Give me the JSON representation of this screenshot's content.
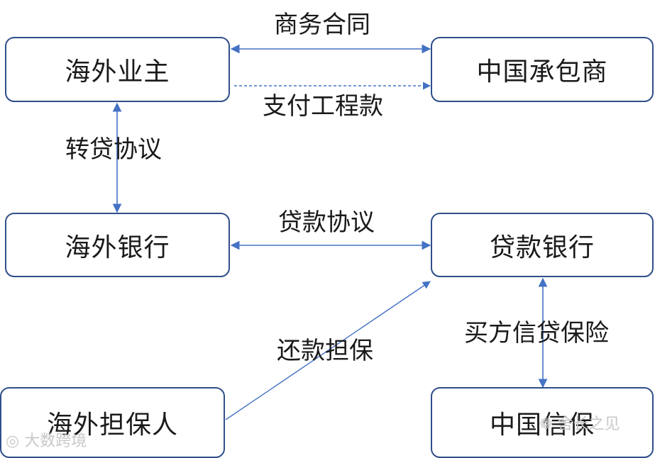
{
  "nodes": {
    "overseas_owner": "海外业主",
    "china_contractor": "中国承包商",
    "overseas_bank": "海外银行",
    "lending_bank": "贷款银行",
    "overseas_guarantor": "海外担保人",
    "china_sinosure": "中国信保"
  },
  "edges": {
    "commercial_contract": "商务合同",
    "pay_project_funds": "支付工程款",
    "onlending_agreement": "转贷协议",
    "loan_agreement": "贷款协议",
    "repayment_guarantee": "还款担保",
    "buyer_credit_insurance": "买方信贷保险"
  },
  "watermarks": {
    "left": "大数跨境",
    "right": "舍长之见"
  },
  "colors": {
    "node_border": "#2f4f8a",
    "arrow": "#4472c4"
  }
}
